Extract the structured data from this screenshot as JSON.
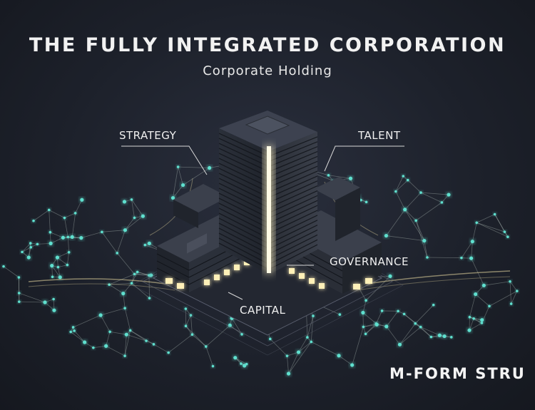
{
  "header": {
    "title": "THE FULLY INTEGRATED CORPORATION",
    "subtitle": "Corporate Holding"
  },
  "labels": {
    "strategy": "STRATEGY",
    "talent": "TALENT",
    "governance": "GOVERNANCE",
    "capital": "CAPITAL"
  },
  "footer": {
    "text": "M-FORM STRU"
  },
  "colors": {
    "background": "#1d212b",
    "network_node": "#5fe0cf",
    "building_light": "#fff3c4",
    "text": "#f2f2f2"
  }
}
